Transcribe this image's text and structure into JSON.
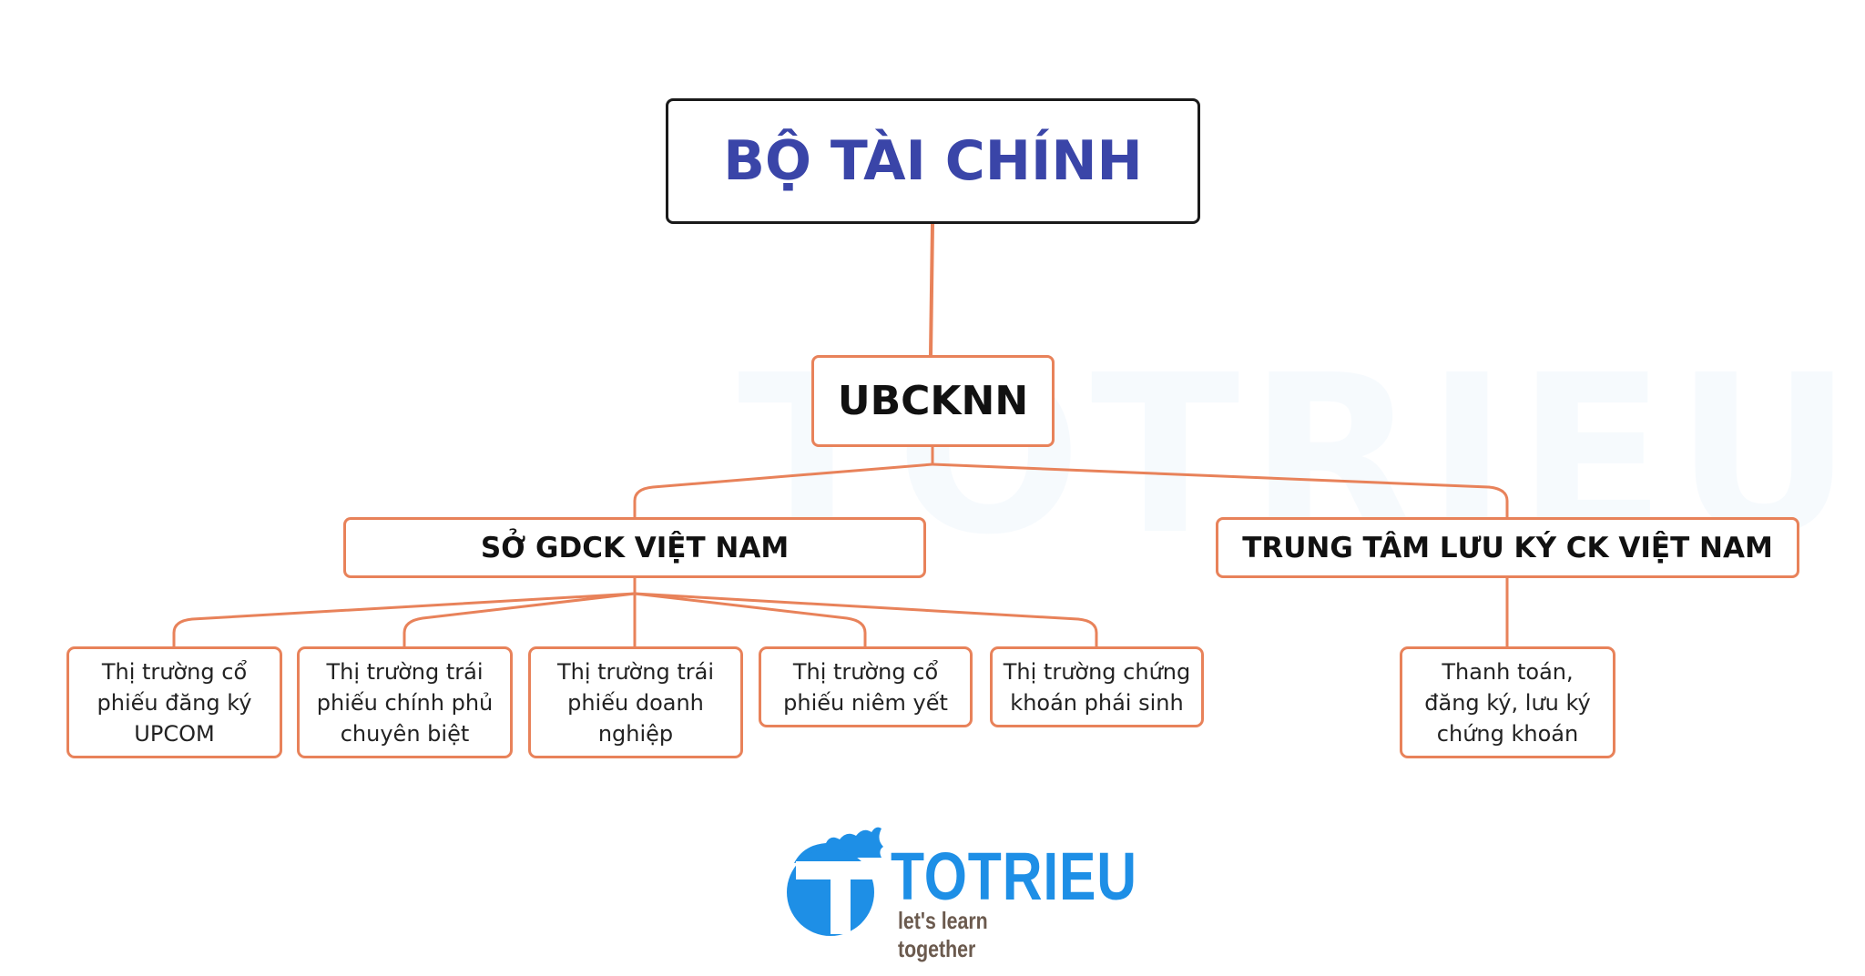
{
  "root": {
    "label": "BỘ TÀI CHÍNH"
  },
  "mid": {
    "label": "UBCKNN"
  },
  "level2": [
    {
      "label": "SỞ GDCK VIỆT NAM"
    },
    {
      "label": "TRUNG TÂM LƯU KÝ CK VIỆT NAM"
    }
  ],
  "leaves": [
    {
      "label": "Thị trường cổ phiếu đăng ký UPCOM"
    },
    {
      "label": "Thị trường trái phiếu chính phủ chuyên biệt"
    },
    {
      "label": "Thị trường trái phiếu doanh nghiệp"
    },
    {
      "label": "Thị trường cổ phiếu niêm yết"
    },
    {
      "label": "Thị trường chứng khoán phái sinh"
    },
    {
      "label": "Thanh toán, đăng ký, lưu ký chứng khoán"
    }
  ],
  "logo": {
    "name": "TOTRIEU",
    "tagline": "let's learn together"
  },
  "colors": {
    "connector": "#e8825a",
    "title": "#3a45a8",
    "brand": "#1e8fe6"
  }
}
